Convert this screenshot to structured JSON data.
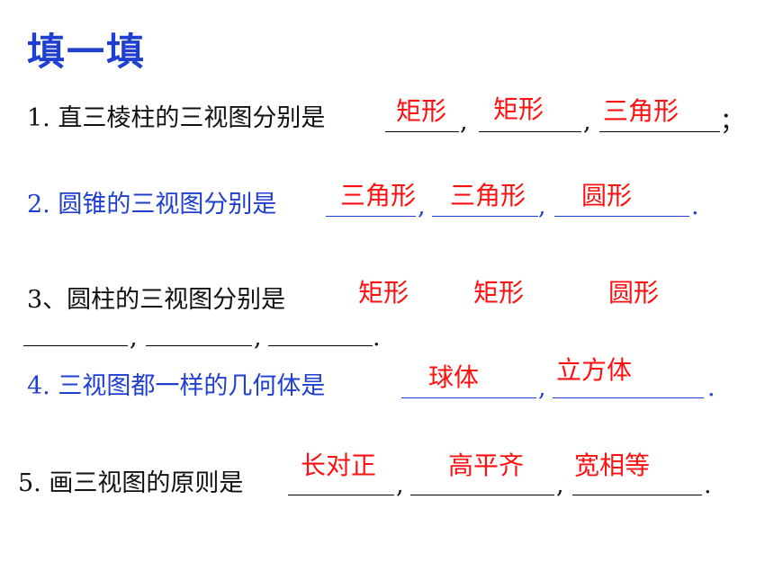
{
  "title": "填一填",
  "colors": {
    "title": "#1f3fd0",
    "black_text": "#111111",
    "blue_text": "#1f3fd0",
    "answer": "#ff1010"
  },
  "q1": {
    "text": "1. 直三棱柱的三视图分别是",
    "answers": [
      "矩形",
      "矩形",
      "三角形"
    ],
    "sep": ",",
    "end": "；"
  },
  "q2": {
    "text": "2. 圆锥的三视图分别是",
    "answers": [
      "三角形",
      "三角形",
      "圆形"
    ],
    "sep": ",",
    "end": "."
  },
  "q3": {
    "text": "3、圆柱的三视图分别是",
    "answers": [
      "矩形",
      "矩形",
      "圆形"
    ],
    "sep": ",",
    "end": "."
  },
  "q4": {
    "text": "4.  三视图都一样的几何体是",
    "answers": [
      "球体",
      "立方体"
    ],
    "sep": ",",
    "end": "."
  },
  "q5": {
    "text": "5. 画三视图的原则是",
    "answers": [
      "长对正",
      "高平齐",
      "宽相等"
    ],
    "sep": ",",
    "end": "."
  }
}
